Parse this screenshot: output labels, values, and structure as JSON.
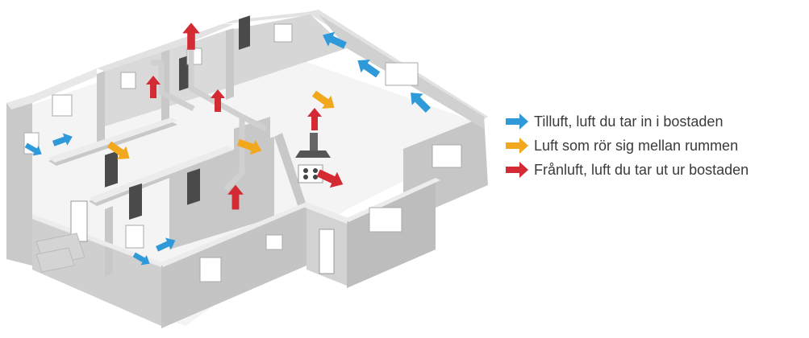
{
  "colors": {
    "supply": "#2e9ad9",
    "transfer": "#f2a81d",
    "exhaust": "#d42a34",
    "wall_top": "#e6e6e6",
    "wall_face": "#cfcfcf",
    "wall_side": "#b7b7b7",
    "floor": "#f3f3f3"
  },
  "legend": {
    "items": [
      {
        "key": "supply",
        "icon": "blue-arrow-icon",
        "label": "Tilluft, luft du tar in i bostaden"
      },
      {
        "key": "transfer",
        "icon": "orange-arrow-icon",
        "label": "Luft som rör sig mellan rummen"
      },
      {
        "key": "exhaust",
        "icon": "red-arrow-icon",
        "label": "Frånluft, luft du tar ut ur bostaden"
      }
    ]
  }
}
